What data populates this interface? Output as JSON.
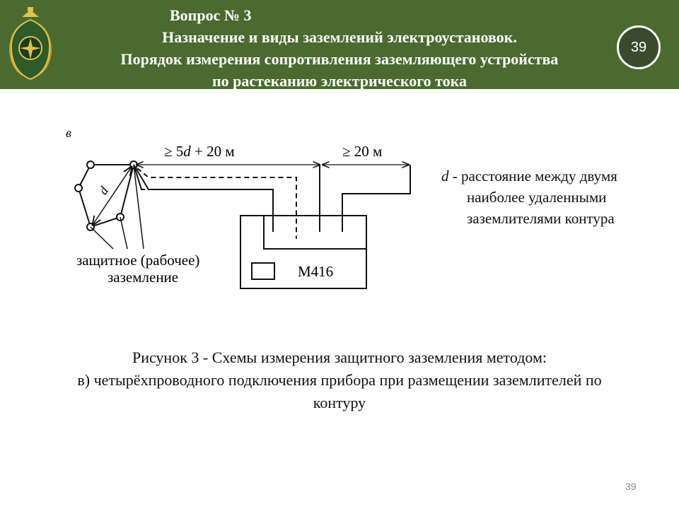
{
  "header": {
    "question": "Вопрос № 3",
    "title_line1": "Назначение и виды заземлений электроустановок.",
    "title_line2": "Порядок измерения сопротивления заземляющего устройства",
    "title_line3": "по растеканию электрического тока",
    "slide_badge": "39"
  },
  "diagram": {
    "panel_label": "в",
    "dim_left_prefix": "≥ 5",
    "dim_left_var": "d",
    "dim_left_suffix": " + 20 м",
    "dim_right": "≥ 20 м",
    "contour_label": "d",
    "ground_label_line1": "защитное (рабочее)",
    "ground_label_line2": "заземление",
    "device_label": "М416"
  },
  "description": {
    "var": "d",
    "line1_rest": " - расстояние между двумя",
    "line2": "наиболее удаленными",
    "line3": "заземлителями контура"
  },
  "caption": {
    "line1": "Рисунок 3 -  Схемы измерения защитного заземления методом:",
    "line2": "в) четырёхпроводного подключения прибора при размещении заземлителей по",
    "line3": "контуру"
  },
  "footer": {
    "page_number": "39"
  },
  "colors": {
    "header_bg": "#4a6a2f",
    "badge_bg": "#3a4a2c",
    "text": "#111111",
    "page_number": "#888888"
  }
}
